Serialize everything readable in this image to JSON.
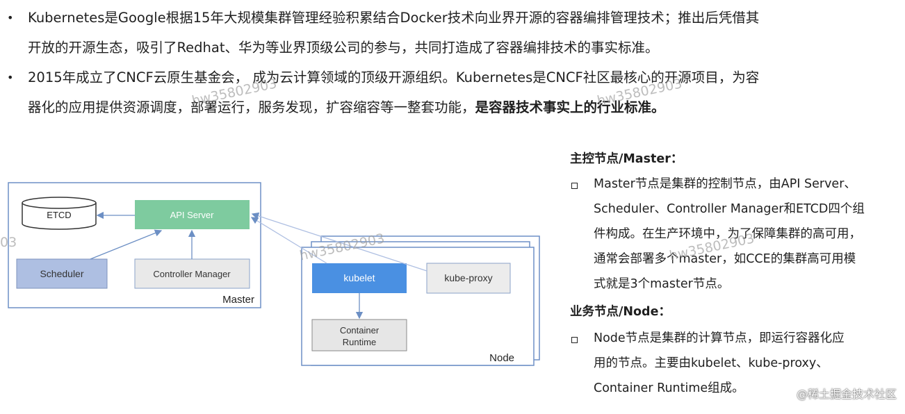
{
  "bullets": [
    {
      "line1": "Kubernetes是Google根据15年大规模集群管理经验积累结合Docker技术向业界开源的容器编排管理技术；推出后凭借其",
      "line2": "开放的开源生态，吸引了Redhat、华为等业界顶级公司的参与，共同打造成了容器编排技术的事实标准。"
    },
    {
      "line1": "2015年成立了CNCF云原生基金会， 成为云计算领域的顶级开源组织。Kubernetes是CNCF社区最核心的开源项目，为容",
      "line2a": "器化的应用提供资源调度，部署运行，服务发现，扩容缩容等一整套功能，",
      "line2b": "是容器技术事实上的行业标准。"
    }
  ],
  "diagram": {
    "etcd": "ETCD",
    "api_server": "API Server",
    "scheduler": "Scheduler",
    "controller_manager": "Controller Manager",
    "master_label": "Master",
    "kubelet": "kubelet",
    "kube_proxy": "kube-proxy",
    "container_runtime_1": "Container",
    "container_runtime_2": "Runtime",
    "node_label": "Node",
    "colors": {
      "api_server": "#7ecb9f",
      "scheduler": "#aebfe2",
      "kubelet": "#4a90e2",
      "border": "#5b7fb5",
      "gray_box": "#e6e6e6"
    }
  },
  "right": {
    "master_heading": "主控节点/Master：",
    "master_lines": [
      "Master节点是集群的控制节点，由API Server、",
      "Scheduler、Controller Manager和ETCD四个组",
      "件构成。在生产环境中，为了保障集群的高可用，",
      "通常会部署多个master，如CCE的集群高可用模",
      "式就是3个master节点。"
    ],
    "node_heading": "业务节点/Node：",
    "node_lines": [
      "Node节点是集群的计算节点，即运行容器化应",
      "用的节点。主要由kubelet、kube-proxy、",
      "Container Runtime组成。"
    ]
  },
  "watermarks": [
    "hw35802903",
    "hw35802903",
    "03",
    "hw35802903",
    "hw35802903"
  ],
  "footer": "@稀土掘金技术社区",
  "bullet_symbol": "•"
}
